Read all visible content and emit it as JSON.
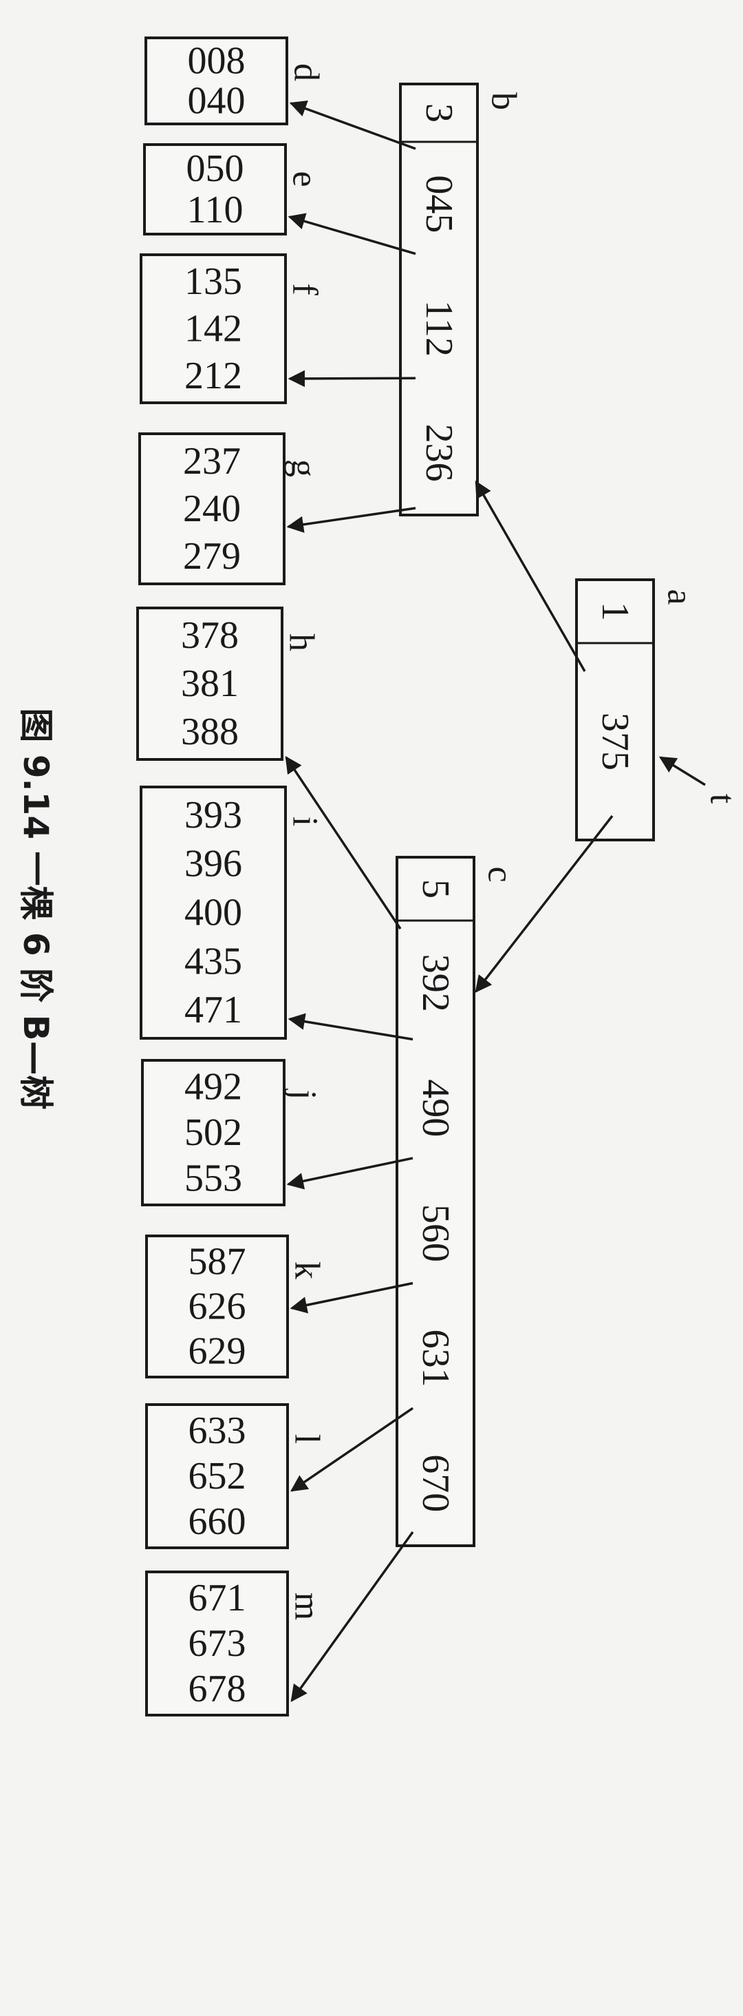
{
  "caption": "图 9.14  一棵 6 阶 B—树",
  "pointer": "t",
  "internal_nodes": {
    "a": {
      "label": "a",
      "count": "1",
      "keys": [
        "375"
      ]
    },
    "b": {
      "label": "b",
      "count": "3",
      "keys": [
        "045",
        "112",
        "236"
      ]
    },
    "c": {
      "label": "c",
      "count": "5",
      "keys": [
        "392",
        "490",
        "560",
        "631",
        "670"
      ]
    }
  },
  "leaves": [
    {
      "label": "d",
      "keys": [
        "008",
        "040"
      ]
    },
    {
      "label": "e",
      "keys": [
        "050",
        "110"
      ]
    },
    {
      "label": "f",
      "keys": [
        "135",
        "142",
        "212"
      ]
    },
    {
      "label": "g",
      "keys": [
        "237",
        "240",
        "279"
      ]
    },
    {
      "label": "h",
      "keys": [
        "378",
        "381",
        "388"
      ]
    },
    {
      "label": "i",
      "keys": [
        "393",
        "396",
        "400",
        "435",
        "471"
      ]
    },
    {
      "label": "j",
      "keys": [
        "492",
        "502",
        "553"
      ]
    },
    {
      "label": "k",
      "keys": [
        "587",
        "626",
        "629"
      ]
    },
    {
      "label": "l",
      "keys": [
        "633",
        "652",
        "660"
      ]
    },
    {
      "label": "m",
      "keys": [
        "671",
        "673",
        "678"
      ]
    }
  ]
}
